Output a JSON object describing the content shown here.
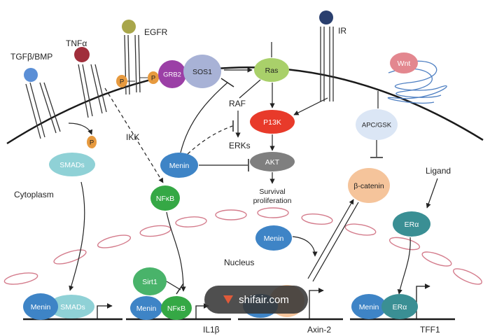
{
  "colors": {
    "membrane": "#1a1a1a",
    "receptor_tgfb": "#5b8fd6",
    "receptor_tnf": "#a02e3b",
    "receptor_egfr": "#a8a64a",
    "receptor_ir": "#2a3f6e",
    "wnt": "#e3878f",
    "phospho": "#e79a3f",
    "grb2": "#9b3fa6",
    "sos1": "#a8b2d6",
    "ras": "#a9d06a",
    "pi3k": "#e83a2a",
    "akt": "#7f7f7f",
    "menin": "#3e84c6",
    "smads": "#8fd1d6",
    "nfkb": "#35a845",
    "sirt1": "#49b36a",
    "beta_catenin": "#f5c49b",
    "er": "#3a8f94",
    "apc_gsk": "#dbe6f5",
    "nucleus_border": "#d47c8c"
  },
  "labels": {
    "tgfb_bmp": "TGFβ/BMP",
    "tnfa": "TNFα",
    "egfr": "EGFR",
    "ir": "IR",
    "wnt": "Wnt",
    "p": "P",
    "grb2": "GRB2",
    "sos1": "SOS1",
    "ras": "Ras",
    "raf": "RAF",
    "erks": "ERKs",
    "pi3k": "P13K",
    "akt": "AKT",
    "survival": "Survival",
    "proliferation": "proliferation",
    "menin": "Menin",
    "smads": "SMADs",
    "ikk": "IKK",
    "nfkb": "NFκB",
    "cytoplasm": "Cytoplasm",
    "nucleus": "Nucleus",
    "apc_gsk": "APC/GSK",
    "beta_catenin": "β-catenin",
    "ligand": "Ligand",
    "er": "ERα",
    "sirt1": "Sirt1",
    "il1b": "IL1β",
    "axin2": "Axin-2",
    "tff1": "TFF1"
  },
  "watermark": {
    "text": "shifair.com"
  }
}
